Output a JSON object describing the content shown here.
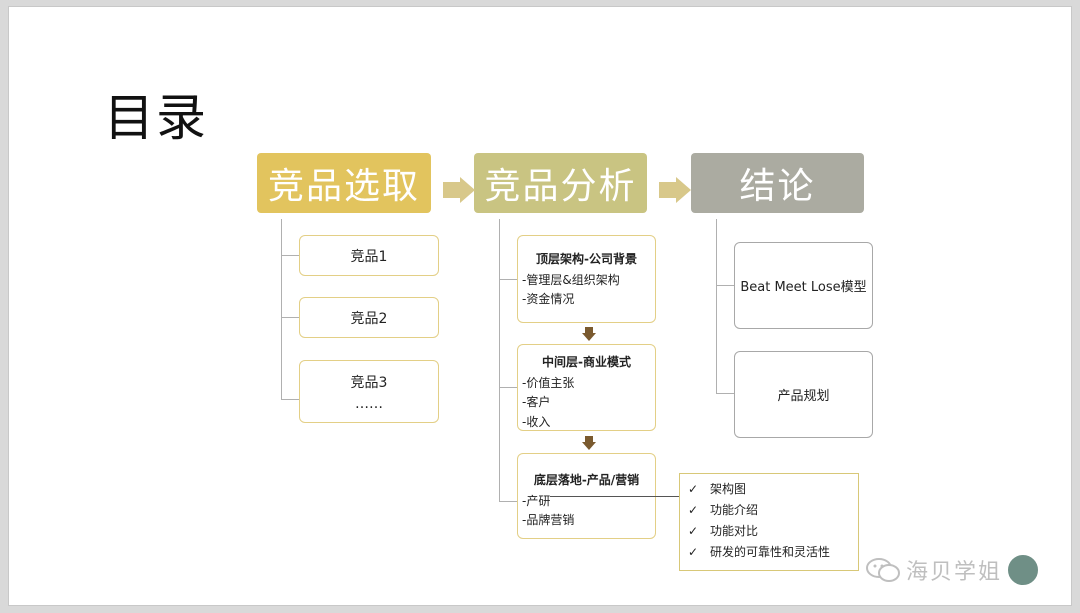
{
  "page_title": "目录",
  "headers": [
    "竞品选取",
    "竞品分析",
    "结论"
  ],
  "colors": {
    "header1": "#e2c45e",
    "header2": "#c9c482",
    "header3": "#ababa1",
    "box_border": "#e3cf86"
  },
  "selection": {
    "items": [
      {
        "label": "竞品1"
      },
      {
        "label": "竞品2"
      },
      {
        "label": "竞品3",
        "sub": "……"
      }
    ]
  },
  "analysis": {
    "layers": [
      {
        "title": "顶层架构-公司背景",
        "items": [
          "-管理层&组织架构",
          "-资金情况"
        ]
      },
      {
        "title": "中间层-商业模式",
        "items": [
          "-价值主张",
          "-客户",
          "-收入"
        ]
      },
      {
        "title": "底层落地-产品/营销",
        "items": [
          "-产研",
          "-品牌营销"
        ]
      }
    ],
    "product_details": [
      "架构图",
      "功能介绍",
      "功能对比",
      "研发的可靠性和灵活性"
    ]
  },
  "conclusion": {
    "items": [
      "Beat Meet Lose模型",
      "产品规划"
    ]
  },
  "check_icon": "check-icon",
  "watermark": "海贝学姐"
}
